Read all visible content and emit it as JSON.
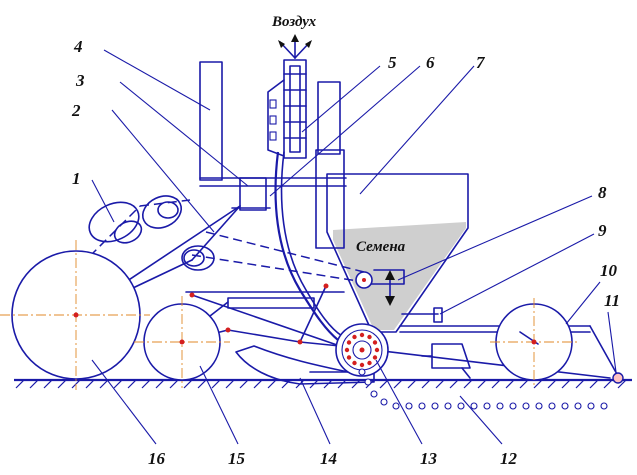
{
  "diagram": {
    "caption_air": "Воздух",
    "caption_seeds": "Семена",
    "callouts": [
      "1",
      "2",
      "3",
      "4",
      "5",
      "6",
      "7",
      "8",
      "9",
      "10",
      "11",
      "12",
      "13",
      "14",
      "15",
      "16"
    ]
  },
  "colors": {
    "lines": "#1a1aa8",
    "axes": "#e08a2a",
    "hopper_fill": "#cfcfcf",
    "holes": "#d41f1f"
  }
}
